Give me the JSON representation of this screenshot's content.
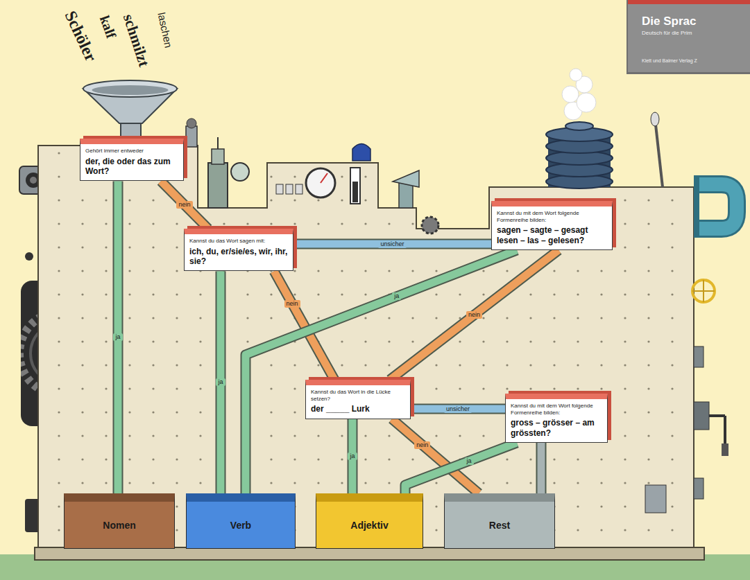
{
  "diagram": {
    "nodes": [
      {
        "text": [
          "Gehört immer entweder",
          "der, die oder das zum Wort?"
        ]
      },
      {
        "text": [
          "Kannst du das Wort sagen mit:",
          "ich, du, er/sie/es, wir, ihr, sie?"
        ]
      },
      {
        "text": [
          "Kannst du mit dem Wort folgende Formenreihe bilden:",
          "sagen – sagte – gesagt lesen – las – gelesen?"
        ]
      },
      {
        "text": [
          "Kannst du das Wort in die Lücke setzen?",
          "der _____ Lurk"
        ]
      },
      {
        "text": [
          "Kannst du mit dem Wort folgende Formenreihe bilden:",
          "gross – grösser – am grössten?"
        ]
      },
      {
        "text": [
          "Nomen"
        ]
      },
      {
        "text": [
          "Verb"
        ]
      },
      {
        "text": [
          "Adjektiv"
        ]
      },
      {
        "text": [
          "Rest"
        ]
      }
    ],
    "edges": [
      {
        "from": 0,
        "to": 5,
        "label": "ja",
        "arrow": "none"
      },
      {
        "from": 0,
        "to": 1,
        "label": "nein",
        "arrow": "none"
      },
      {
        "from": 1,
        "to": 6,
        "label": "ja",
        "arrow": "none"
      },
      {
        "from": 1,
        "to": 2,
        "label": "unsicher",
        "arrow": "none"
      },
      {
        "from": 1,
        "to": 3,
        "label": "nein",
        "arrow": "none"
      },
      {
        "from": 2,
        "to": 6,
        "label": "ja",
        "arrow": "none"
      },
      {
        "from": 2,
        "to": 3,
        "label": "nein",
        "arrow": "none"
      },
      {
        "from": 3,
        "to": 7,
        "label": "ja",
        "arrow": "none"
      },
      {
        "from": 3,
        "to": 4,
        "label": "unsicher",
        "arrow": "none"
      },
      {
        "from": 3,
        "to": 8,
        "label": "nein",
        "arrow": "none"
      },
      {
        "from": 4,
        "to": 7,
        "label": "ja",
        "arrow": "none"
      },
      {
        "from": 4,
        "to": 8,
        "arrow": "none"
      }
    ],
    "labels": [
      "Schöler",
      "kalf",
      "schmilzt",
      "laschen",
      "Die Sprac",
      "Deutsch für die Prim",
      "Klett und Balmer Verlag Z"
    ]
  }
}
